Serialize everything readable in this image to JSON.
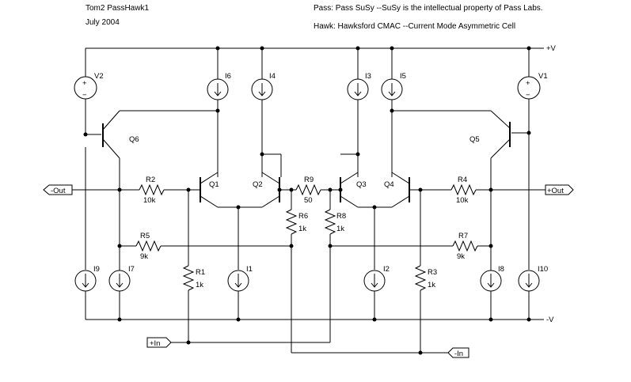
{
  "header": {
    "line1": "Tom2  PassHawk1",
    "line2": "July 2004",
    "note_pass": "Pass:  Pass SuSy --SuSy is the intellectual property of Pass Labs.",
    "note_hawk": "Hawk:  Hawksford CMAC --Current Mode Asymmetric Cell"
  },
  "rails": {
    "pos": "+V",
    "neg": "-V"
  },
  "ports": {
    "neg_out": "-Out",
    "pos_out": "+Out",
    "pos_in": "+In",
    "neg_in": "-In"
  },
  "sources": {
    "V2": "V2",
    "V1": "V1",
    "I1": "I1",
    "I2": "I2",
    "I3": "I3",
    "I4": "I4",
    "I5": "I5",
    "I6": "I6",
    "I7": "I7",
    "I8": "I8",
    "I9": "I9",
    "I10": "I10"
  },
  "transistors": {
    "Q1": "Q1",
    "Q2": "Q2",
    "Q3": "Q3",
    "Q4": "Q4",
    "Q5": "Q5",
    "Q6": "Q6"
  },
  "resistors": {
    "R1": {
      "name": "R1",
      "value": "1k"
    },
    "R2": {
      "name": "R2",
      "value": "10k"
    },
    "R3": {
      "name": "R3",
      "value": "1k"
    },
    "R4": {
      "name": "R4",
      "value": "10k"
    },
    "R5": {
      "name": "R5",
      "value": "9k"
    },
    "R6": {
      "name": "R6",
      "value": "1k"
    },
    "R7": {
      "name": "R7",
      "value": "9k"
    },
    "R8": {
      "name": "R8",
      "value": "1k"
    },
    "R9": {
      "name": "R9",
      "value": "50"
    }
  },
  "voltage_symbols": {
    "plus": "+",
    "minus": "−"
  }
}
